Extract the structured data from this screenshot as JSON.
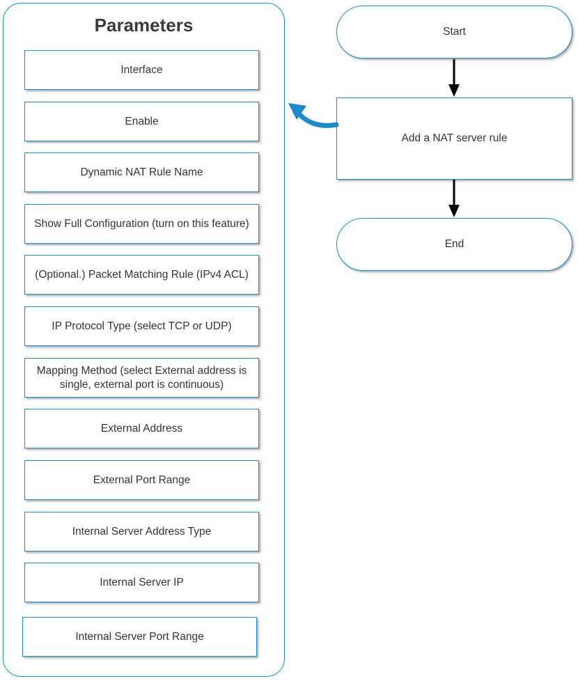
{
  "parameters": {
    "title": "Parameters",
    "items": [
      "Interface",
      "Enable",
      "Dynamic NAT Rule Name",
      "Show Full Configuration (turn on this feature)",
      "(Optional.) Packet Matching Rule (IPv4 ACL)",
      "IP Protocol Type (select TCP or UDP)",
      "Mapping Method (select External address is single, external port is continuous)",
      "External Address",
      "External Port Range",
      "Internal Server Address Type",
      "Internal Server IP",
      "Internal Server Port Range"
    ]
  },
  "flow": {
    "start": "Start",
    "step": "Add a NAT server rule",
    "end": "End"
  },
  "colors": {
    "accent": "#1a8ac9",
    "text": "#333333"
  }
}
